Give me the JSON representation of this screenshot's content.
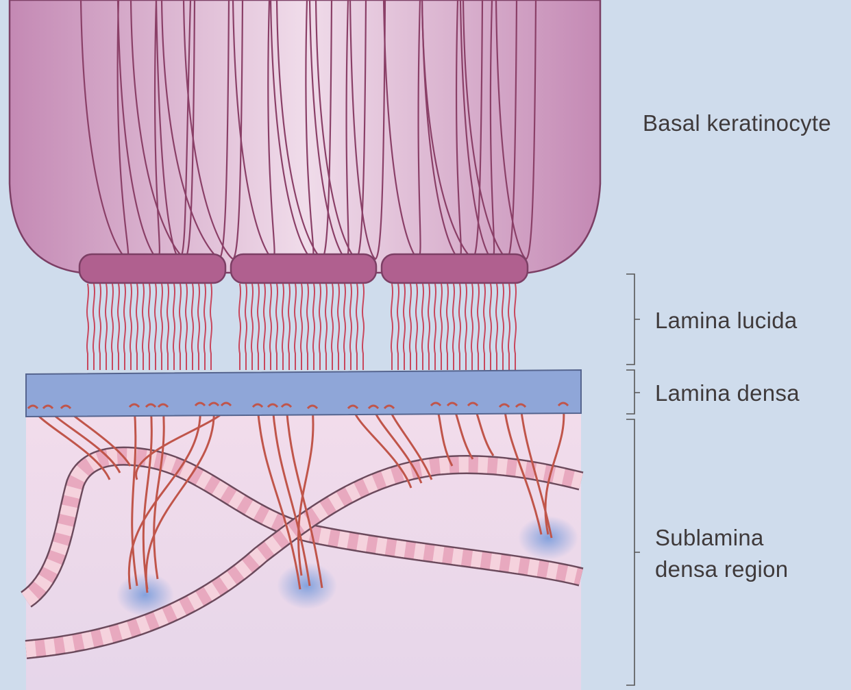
{
  "labels": {
    "basal_keratinocyte": "Basal keratinocyte",
    "lamina_lucida": "Lamina lucida",
    "lamina_densa": "Lamina densa",
    "sublamina_line1": "Sublamina",
    "sublamina_line2": "densa region"
  },
  "colors": {
    "background": "#cfdcec",
    "cell_light": "#f0dcea",
    "cell_dark": "#c489b4",
    "cell_outline": "#7c3f65",
    "keratin_filament": "#8a3f67",
    "hemidesmosome": "#b0608f",
    "anchoring_filament": "#c8465c",
    "lamina_densa": "#8fa6d8",
    "sublamina_region": "#eedbe9",
    "anchoring_fibril": "#c0554a",
    "collagen_fibre": "#e8a9bf",
    "anchoring_plaque": "#7f9fdc",
    "text": "#3f3a3b"
  }
}
